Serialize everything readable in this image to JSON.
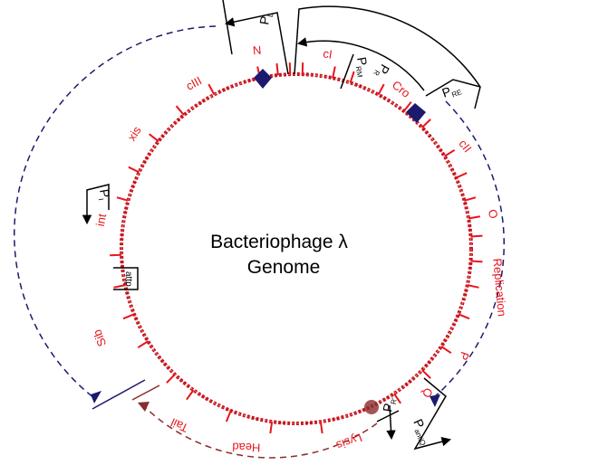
{
  "diagram": {
    "title_line1": "Bacteriophage λ",
    "title_line2": "Genome",
    "genes": {
      "n": "N",
      "ci": "cI",
      "cro": "Cro",
      "cii": "cII",
      "o": "O",
      "replication": "Replication",
      "p": "P",
      "q": "Q",
      "lysis": "Lysis",
      "head": "Head",
      "tail": "Tail",
      "sib": "Sib",
      "int": "int",
      "xis": "xis",
      "ciii": "cIII"
    },
    "promoters": {
      "pl": {
        "main": "P",
        "sub": "L"
      },
      "prm": {
        "main": "P",
        "sub": "RM"
      },
      "pr": {
        "main": "P",
        "sub": "R"
      },
      "pre": {
        "main": "P",
        "sub": "RE"
      },
      "pi": {
        "main": "P",
        "sub": "I"
      },
      "pr_late": {
        "main": "P",
        "sub": "R'"
      },
      "pantiq": {
        "main": "P",
        "sub": "antiQ"
      }
    },
    "attp_label": "attp",
    "colors": {
      "genome_ring": "#c8102e",
      "gene_text": "#e8141c",
      "dashed_transcript": "#1c1a6e",
      "late_transcript": "#8b2b2b",
      "operator_marker": "#1c1a6e",
      "prime_marker": "#8b2b2b"
    }
  }
}
